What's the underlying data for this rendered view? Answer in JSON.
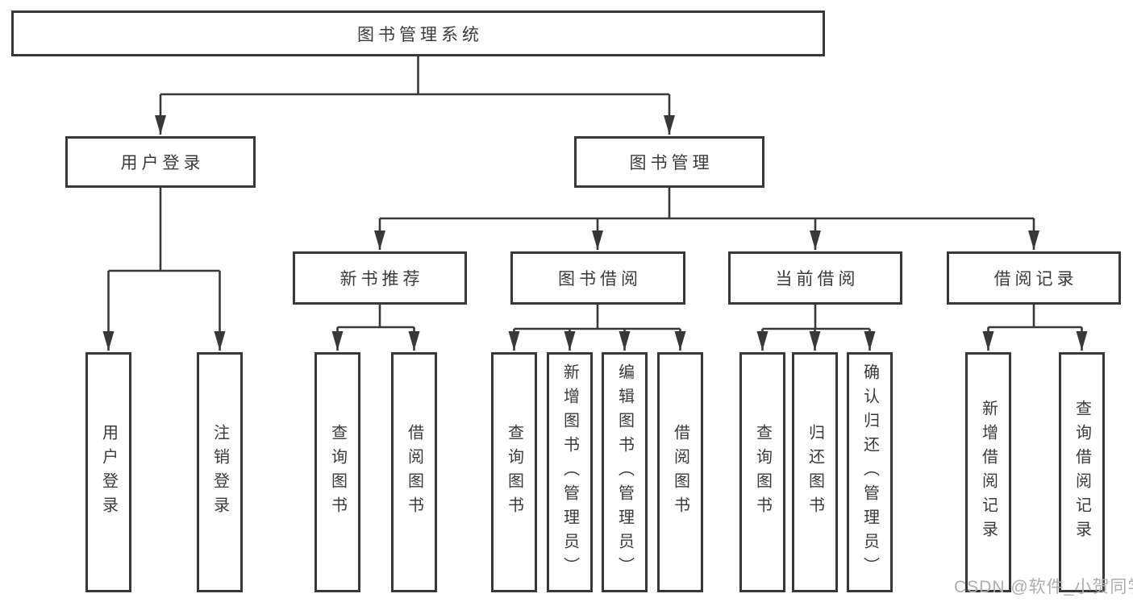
{
  "watermark": "CSDN @软件_小贺同学",
  "tree": {
    "root": {
      "label": "图书管理系统"
    },
    "branches": [
      {
        "label": "用户登录",
        "children": [
          {
            "label": "用户登录"
          },
          {
            "label": "注销登录"
          }
        ]
      },
      {
        "label": "图书管理",
        "groups": [
          {
            "label": "新书推荐",
            "children": [
              {
                "label": "查询图书"
              },
              {
                "label": "借阅图书"
              }
            ]
          },
          {
            "label": "图书借阅",
            "children": [
              {
                "label": "查询图书"
              },
              {
                "label": "新增图书（管理员）"
              },
              {
                "label": "编辑图书（管理员）"
              },
              {
                "label": "借阅图书"
              }
            ]
          },
          {
            "label": "当前借阅",
            "children": [
              {
                "label": "查询图书"
              },
              {
                "label": "归还图书"
              },
              {
                "label": "确认归还（管理员）"
              }
            ]
          },
          {
            "label": "借阅记录",
            "children": [
              {
                "label": "新增借阅记录"
              },
              {
                "label": "查询借阅记录"
              }
            ]
          }
        ]
      }
    ]
  }
}
